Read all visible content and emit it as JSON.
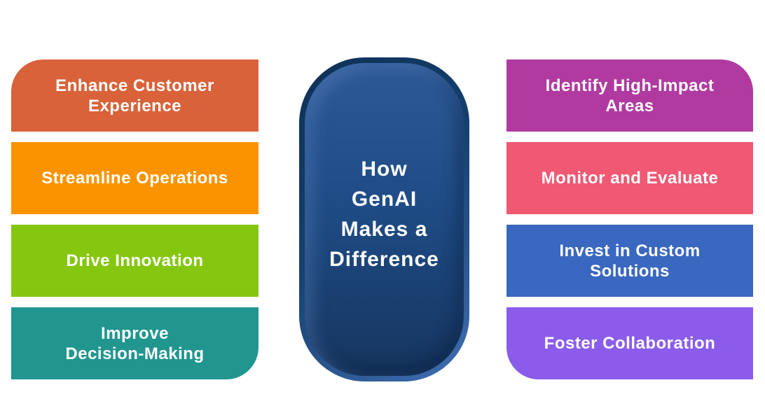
{
  "title": {
    "full_text": "How GenAI Makes a Difference",
    "lines": [
      "How",
      "GenAI",
      "Makes a",
      "Difference"
    ]
  },
  "center_pill": {
    "fill_top_color": "#2d5a96",
    "fill_bottom_color": "#16355e",
    "rim_dark_color": "#0e3055",
    "rim_light_color": "#4170b5",
    "text_color": "#ffffff"
  },
  "left_column": {
    "items": [
      {
        "label": "Enhance Customer\nExperience",
        "color": "#d9623a"
      },
      {
        "label": "Streamline Operations",
        "color": "#fb9300"
      },
      {
        "label": "Drive Innovation",
        "color": "#85c710"
      },
      {
        "label": "Improve\nDecision-Making",
        "color": "#21968f"
      }
    ]
  },
  "right_column": {
    "items": [
      {
        "label": "Identify High-Impact\nAreas",
        "color": "#b03aa0"
      },
      {
        "label": "Monitor and Evaluate",
        "color": "#f05873"
      },
      {
        "label": "Invest in Custom\nSolutions",
        "color": "#3a67c0"
      },
      {
        "label": "Foster Collaboration",
        "color": "#8b5cec"
      }
    ]
  },
  "background_color": "#ffffff",
  "label_text_color": "#ffffff"
}
